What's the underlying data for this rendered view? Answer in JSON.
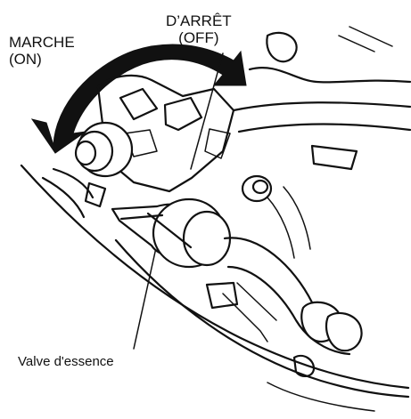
{
  "labels": {
    "on_line1": "MARCHE",
    "on_line2": "(ON)",
    "off_line1": "D’ARRÊT",
    "off_line2": "(OFF)",
    "fuel_valve": "Valve d'essence"
  }
}
